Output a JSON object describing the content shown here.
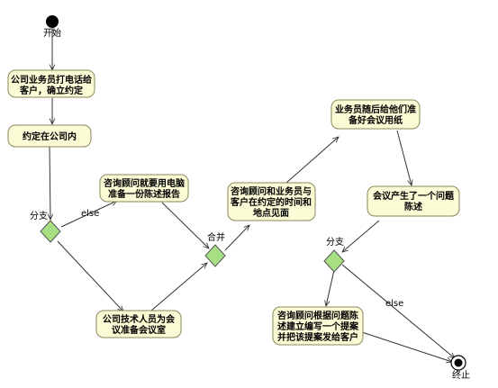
{
  "diagram": {
    "start_label": "开始",
    "end_label": "终止",
    "nodes": {
      "call": {
        "lines": [
          "公司业务员打电话给",
          "客户，确立约定"
        ]
      },
      "agree": {
        "lines": [
          "约定在公司内"
        ]
      },
      "consult": {
        "lines": [
          "咨询顾问就要用电脑",
          "准备一份陈述报告"
        ]
      },
      "tech": {
        "lines": [
          "公司技术人员为会",
          "议准备会议室"
        ]
      },
      "meet": {
        "lines": [
          "咨询顾问和业务员与",
          "客户在约定的时间和",
          "地点见面"
        ]
      },
      "prepare": {
        "lines": [
          "业务员随后给他们准",
          "备好会议用纸"
        ]
      },
      "problem": {
        "lines": [
          "会议产生了一个问题",
          "陈述"
        ]
      },
      "proposal": {
        "lines": [
          "咨询顾问根据问题陈",
          "述建立编写一个提案",
          "并把该提案发给客户"
        ]
      }
    },
    "decisions": {
      "branch1": {
        "label": "分支"
      },
      "merge": {
        "label": "合并"
      },
      "branch2": {
        "label": "分支"
      }
    },
    "edge_labels": {
      "else1": "else",
      "else2": "else"
    },
    "colors": {
      "node_fill": "#fbfbd6",
      "node_border": "#8a8a5c",
      "decision_fill": "#a6e083",
      "edge": "#333333"
    }
  }
}
